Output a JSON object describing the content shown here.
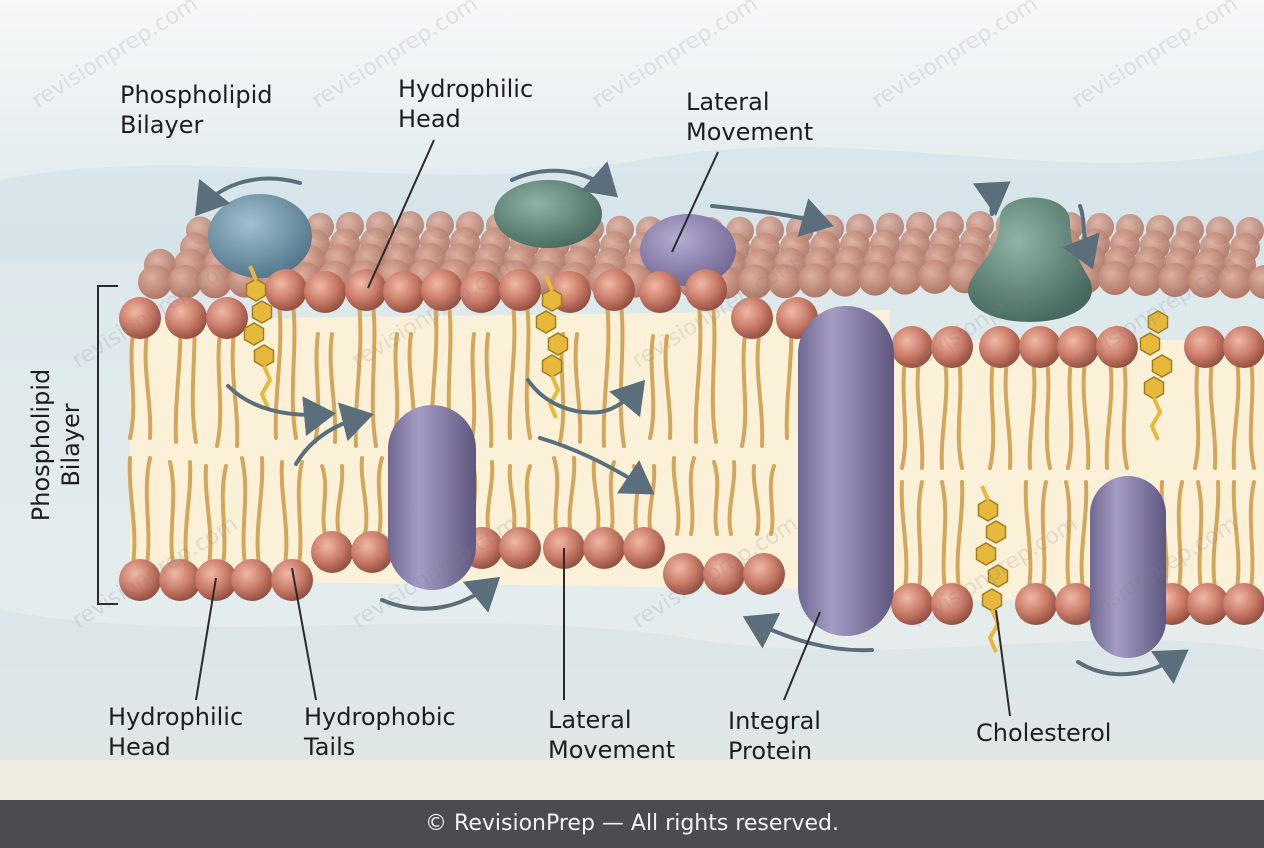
{
  "labels": {
    "phospholipid_bilayer_top": "Phospholipid\nBilayer",
    "hydrophilic_head_top": "Hydrophilic\nHead",
    "lateral_movement_top": "Lateral\nMovement",
    "phospholipid_bilayer_side": "Phospholipid\nBilayer",
    "hydrophilic_head_bottom": "Hydrophilic\nHead",
    "hydrophobic_tails": "Hydrophobic\nTails",
    "lateral_movement_bottom": "Lateral\nMovement",
    "integral_protein": "Integral\nProtein",
    "cholesterol": "Cholesterol"
  },
  "watermark": "revisionprep.com",
  "footer": "© RevisionPrep — All rights reserved.",
  "colors": {
    "head": "#c97b68",
    "tail": "#d4a65a",
    "protein": "#8e86ad",
    "cholesterol": "#e6b93c",
    "footer": "#4a4c50"
  }
}
